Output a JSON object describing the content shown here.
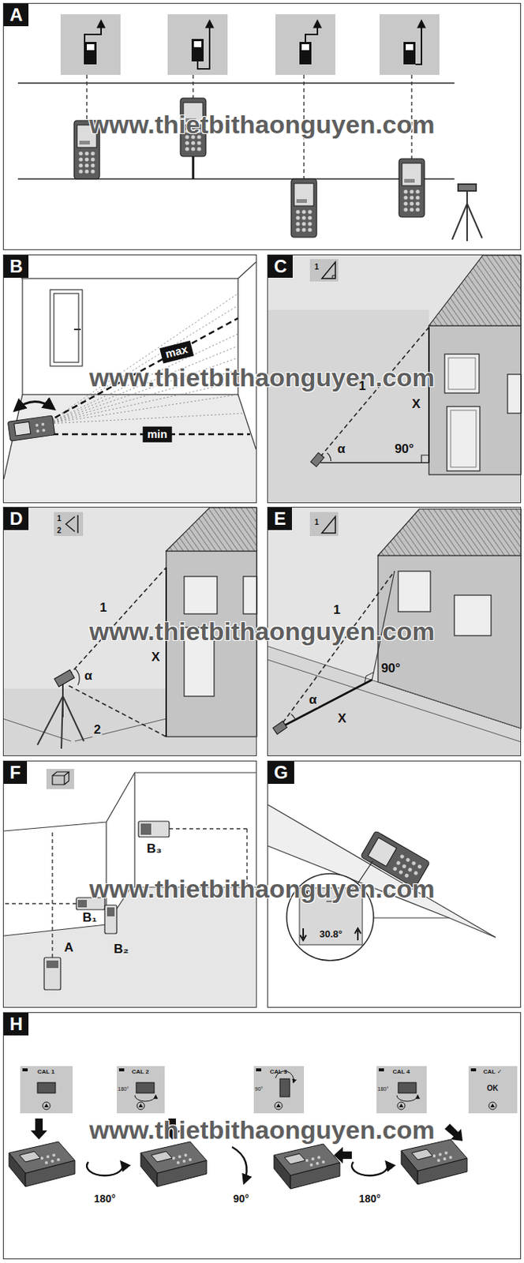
{
  "diagram": {
    "nodes": [
      {
        "text": [
          "A"
        ]
      },
      {
        "text": [
          "B"
        ]
      },
      {
        "text": [
          "C"
        ]
      },
      {
        "text": [
          "D"
        ]
      },
      {
        "text": [
          "E"
        ]
      },
      {
        "text": [
          "F"
        ]
      },
      {
        "text": [
          "G"
        ]
      },
      {
        "text": [
          "H"
        ]
      },
      {
        "text": [
          "CAL 1"
        ],
        "in": 7
      },
      {
        "text": [
          "CAL 2",
          "180°"
        ],
        "in": 7
      },
      {
        "text": [
          "CAL 3",
          "90°"
        ],
        "in": 7
      },
      {
        "text": [
          "CAL 4",
          "180°"
        ],
        "in": 7
      },
      {
        "text": [
          "CAL ✓",
          "OK"
        ],
        "in": 7
      }
    ],
    "labels": [
      "www.thietbithaonguyen.com",
      "max",
      "min",
      "www.thietbithaonguyen.com",
      "1",
      "1",
      "X",
      "α",
      "90°",
      "1",
      "2",
      "1",
      "X",
      "α",
      "2",
      "www.thietbithaonguyen.com",
      "1",
      "1",
      "90°",
      "α",
      "X",
      "B₃",
      "www.thietbithaonguyen.com",
      "B₁",
      "B₂",
      "A",
      "30.8°",
      "www.thietbithaonguyen.com",
      "180°",
      "90°",
      "180°"
    ]
  }
}
